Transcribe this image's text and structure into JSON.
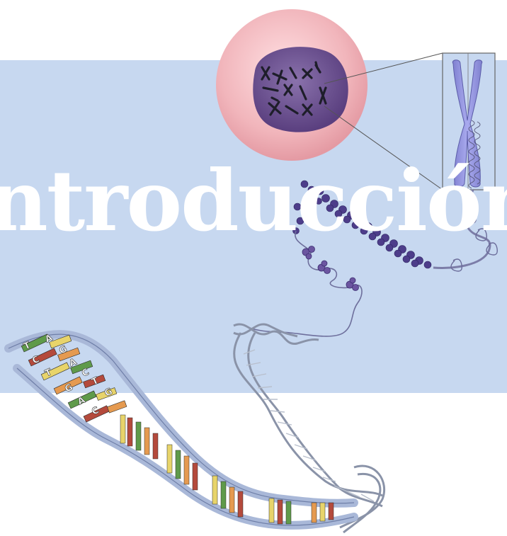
{
  "title": "ntroducción",
  "colors": {
    "banner": "#c7d8f0",
    "cell": "#f1b5bb",
    "nucleus": "#6a4e8e",
    "chromosome": "#9d9ee0",
    "dna_backbone": "#a9b8d8",
    "base_green": "#5f9a4a",
    "base_red": "#b44a3c",
    "base_yellow": "#e8d46a",
    "base_orange": "#e59a50"
  },
  "dna_bases": [
    "T",
    "A",
    "C",
    "G",
    "T",
    "A",
    "G",
    "C",
    "A",
    "T",
    "C",
    "G"
  ]
}
